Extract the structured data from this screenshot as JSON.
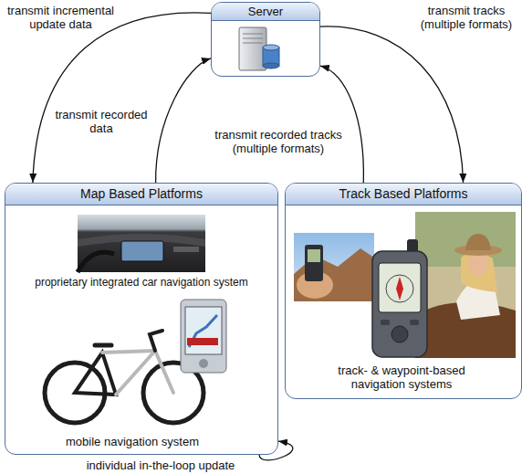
{
  "diagram": {
    "nodes": [
      {
        "text": [
          "Server"
        ]
      },
      {
        "text": [
          "Map Based Platforms"
        ]
      },
      {
        "text": [
          "Track Based Platforms"
        ]
      }
    ],
    "edges": [
      {
        "from": 0,
        "to": 1,
        "arrow": "to",
        "label": "transmit incremental update data"
      },
      {
        "from": 1,
        "to": 0,
        "arrow": "to",
        "label": "transmit recorded data"
      },
      {
        "from": 0,
        "to": 2,
        "arrow": "to",
        "label": "transmit tracks (multiple formats)"
      },
      {
        "from": 2,
        "to": 0,
        "arrow": "to",
        "label": "transmit recorded tracks (multiple formats)"
      },
      {
        "from": 1,
        "to": 1,
        "arrow": "to",
        "label": "individual in-the-loop update"
      }
    ],
    "labels": [
      "proprietary integrated car navigation system",
      "mobile navigation system",
      "track- & waypoint-based navigation systems"
    ]
  }
}
